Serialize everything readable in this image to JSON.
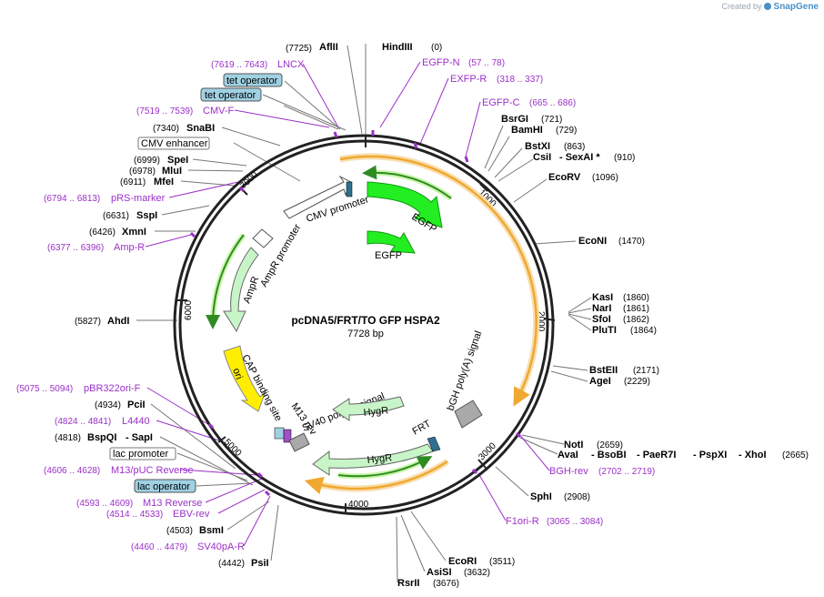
{
  "credit": {
    "prefix": "Created by",
    "brand": "SnapGene"
  },
  "map": {
    "name": "pcDNA5/FRT/TO GFP HSPA2",
    "length": "7728 bp",
    "ticks": [
      "1000",
      "2000",
      "3000",
      "4000",
      "5000",
      "6000",
      "7000"
    ]
  },
  "sites": [
    {
      "name": "HindIII",
      "pos": "(0)"
    },
    {
      "name": "AflII",
      "pos": "(7725)"
    },
    {
      "name": "BsrGI",
      "pos": "(721)"
    },
    {
      "name": "BamHI",
      "pos": "(729)"
    },
    {
      "name": "BstXI",
      "pos": "(863)"
    },
    {
      "name": "CsiI",
      "pos": ""
    },
    {
      "name": "- SexAI *",
      "pos": "(910)"
    },
    {
      "name": "EcoRV",
      "pos": "(1096)"
    },
    {
      "name": "EcoNI",
      "pos": "(1470)"
    },
    {
      "name": "KasI",
      "pos": "(1860)"
    },
    {
      "name": "NarI",
      "pos": "(1861)"
    },
    {
      "name": "SfoI",
      "pos": "(1862)"
    },
    {
      "name": "PluTI",
      "pos": "(1864)"
    },
    {
      "name": "BstEII",
      "pos": "(2171)"
    },
    {
      "name": "AgeI",
      "pos": "(2229)"
    },
    {
      "name": "NotI",
      "pos": "(2659)"
    },
    {
      "name": "AvaI",
      "pos": ""
    },
    {
      "name": "- BsoBI",
      "pos": ""
    },
    {
      "name": "- PaeR7I",
      "pos": ""
    },
    {
      "name": "- PspXI",
      "pos": ""
    },
    {
      "name": "- XhoI",
      "pos": "(2665)"
    },
    {
      "name": "SphI",
      "pos": "(2908)"
    },
    {
      "name": "EcoRI",
      "pos": "(3511)"
    },
    {
      "name": "AsiSI",
      "pos": "(3632)"
    },
    {
      "name": "RsrII",
      "pos": "(3676)"
    },
    {
      "name": "PsiI",
      "pos": "(4442)"
    },
    {
      "name": "BsmI",
      "pos": "(4503)"
    },
    {
      "name": "BspQI",
      "pos": "(4818)"
    },
    {
      "name": "- SapI",
      "pos": ""
    },
    {
      "name": "PciI",
      "pos": "(4934)"
    },
    {
      "name": "AhdI",
      "pos": "(5827)"
    },
    {
      "name": "XmnI",
      "pos": "(6426)"
    },
    {
      "name": "SspI",
      "pos": "(6631)"
    },
    {
      "name": "MfeI",
      "pos": "(6911)"
    },
    {
      "name": "MluI",
      "pos": "(6978)"
    },
    {
      "name": "SpeI",
      "pos": "(6999)"
    },
    {
      "name": "SnaBI",
      "pos": "(7340)"
    }
  ],
  "primers": [
    {
      "name": "LNCX",
      "pos": "(7619 .. 7643)"
    },
    {
      "name": "EGFP-N",
      "pos": "(57 .. 78)"
    },
    {
      "name": "EXFP-R",
      "pos": "(318 .. 337)"
    },
    {
      "name": "EGFP-C",
      "pos": "(665 .. 686)"
    },
    {
      "name": "CMV-F",
      "pos": "(7519 .. 7539)"
    },
    {
      "name": "pRS-marker",
      "pos": "(6794 .. 6813)"
    },
    {
      "name": "Amp-R",
      "pos": "(6377 .. 6396)"
    },
    {
      "name": "BGH-rev",
      "pos": "(2702 .. 2719)"
    },
    {
      "name": "F1ori-R",
      "pos": "(3065 .. 3084)"
    },
    {
      "name": "pBR322ori-F",
      "pos": "(5075 .. 5094)"
    },
    {
      "name": "L4440",
      "pos": "(4824 .. 4841)"
    },
    {
      "name": "M13/pUC Reverse",
      "pos": "(4606 .. 4628)"
    },
    {
      "name": "M13 Reverse",
      "pos": "(4593 .. 4609)"
    },
    {
      "name": "EBV-rev",
      "pos": "(4514 .. 4533)"
    },
    {
      "name": "SV40pA-R",
      "pos": "(4460 .. 4479)"
    }
  ],
  "boxed": [
    {
      "name": "tet operator"
    },
    {
      "name": "tet operator"
    },
    {
      "name": "CMV enhancer"
    },
    {
      "name": "lac promoter"
    },
    {
      "name": "lac operator"
    }
  ],
  "features": {
    "cmv_promoter": "CMV promoter",
    "egfp_outer": "EGFP",
    "egfp_inner": "EGFP",
    "ampr_promoter": "AmpR promoter",
    "ampr": "AmpR",
    "ori": "ori",
    "cap_site": "CAP binding site",
    "m13_rev": "M13 rev",
    "sv40_polya": "SV40 poly(A) signal",
    "hygr_inner": "HygR",
    "hygr_outer": "HygR",
    "frt": "FRT",
    "bgh_polya": "bGH poly(A) signal"
  },
  "colors": {
    "backbone": "#222222",
    "enzyme_line": "#777777",
    "primer": "#9b30c8",
    "orf_arc": "#f0a830",
    "orf_glow": "#f8deb0",
    "egfp": "#22ee22",
    "ampr": "#c8f5c8",
    "ori": "#ffee00",
    "hygr": "#c8f5c8",
    "operator_box": "#9fd1e3",
    "polya": "#a9a9a9"
  }
}
